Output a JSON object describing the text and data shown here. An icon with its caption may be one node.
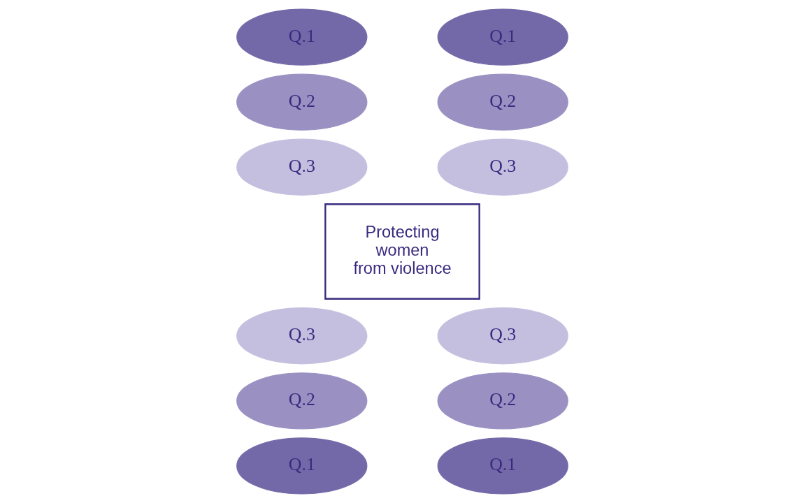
{
  "diagram": {
    "nodes": [
      {
        "text": [
          "Q.1"
        ]
      },
      {
        "text": [
          "Q.1"
        ]
      },
      {
        "text": [
          "Q.2"
        ]
      },
      {
        "text": [
          "Q.2"
        ]
      },
      {
        "text": [
          "Q.3"
        ]
      },
      {
        "text": [
          "Q.3"
        ]
      },
      {
        "text": [
          "Protecting women from violence"
        ]
      },
      {
        "text": [
          "Q.3"
        ]
      },
      {
        "text": [
          "Q.3"
        ]
      },
      {
        "text": [
          "Q.2"
        ]
      },
      {
        "text": [
          "Q.2"
        ]
      },
      {
        "text": [
          "Q.1"
        ]
      },
      {
        "text": [
          "Q.1"
        ]
      }
    ],
    "edges": []
  }
}
